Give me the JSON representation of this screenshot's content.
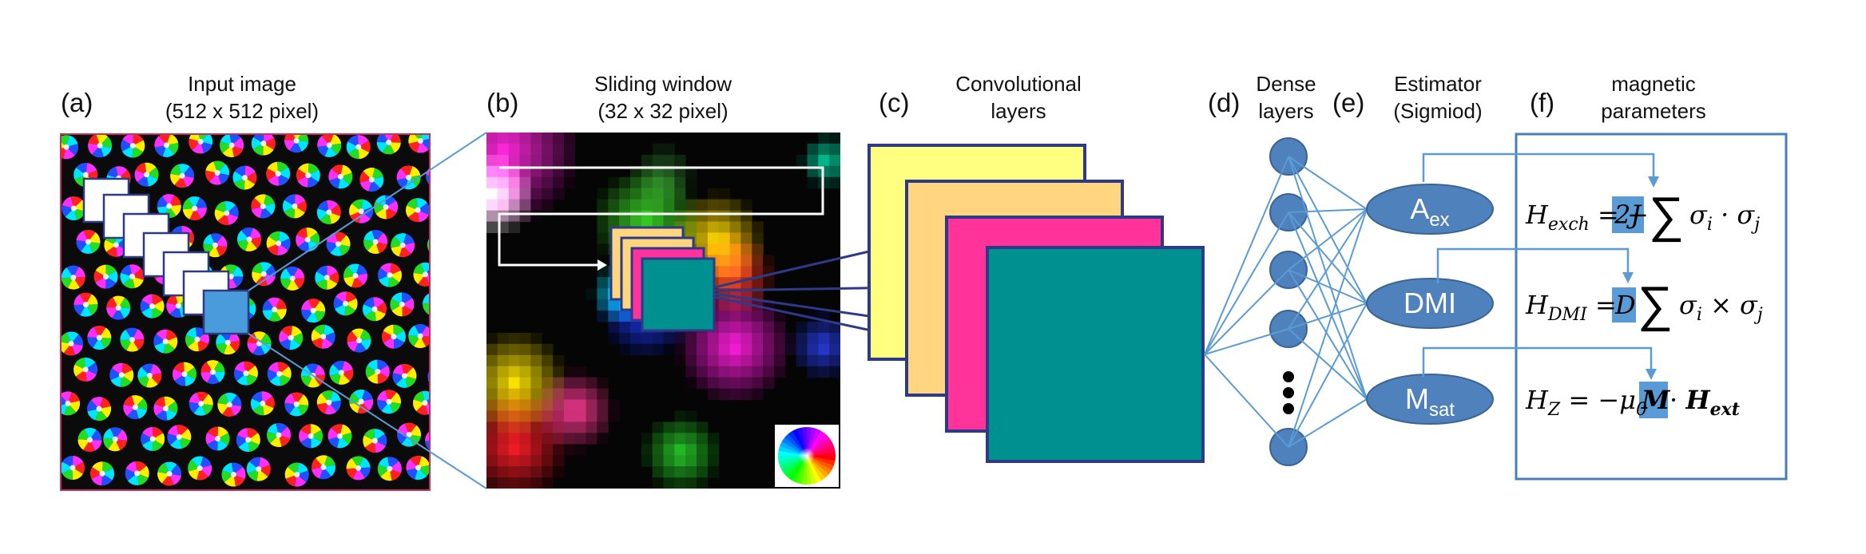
{
  "panels": {
    "a": {
      "letter": "(a)",
      "title_line1": "Input image",
      "title_line2": "(512 x 512 pixel)"
    },
    "b": {
      "letter": "(b)",
      "title_line1": "Sliding window",
      "title_line2": "(32 x 32 pixel)"
    },
    "c": {
      "letter": "(c)",
      "title_line1": "Convolutional",
      "title_line2": "layers"
    },
    "d": {
      "letter": "(d)",
      "title_line1": "Dense",
      "title_line2": "layers"
    },
    "e": {
      "letter": "(e)",
      "title_line1": "Estimator",
      "title_line2": "(Sigmiod)"
    },
    "f": {
      "letter": "(f)",
      "title_line1": "magnetic",
      "title_line2": "parameters"
    }
  },
  "estimators": [
    {
      "base": "A",
      "sub": "ex"
    },
    {
      "base": "DMI",
      "sub": ""
    },
    {
      "base": "M",
      "sub": "sat"
    }
  ],
  "equations": {
    "exch": {
      "lhs": "H",
      "lhs_sub": "exch",
      "eq": " = −",
      "param": "2J",
      "rest": "σ",
      "i": "i",
      "op": " · σ",
      "j": "j"
    },
    "dmi": {
      "lhs": "H",
      "lhs_sub": "DMI",
      "eq": " = ",
      "param": "D",
      "rest": "σ",
      "i": "i",
      "op": " × σ",
      "j": "j"
    },
    "z": {
      "lhs": "H",
      "lhs_sub": "Z",
      "eq": " = −μ",
      "mu_sub": "0",
      "param": "M",
      "op": " · ",
      "rest": "H",
      "rest_sub": "ext"
    }
  },
  "colors": {
    "blue_line": "#5b9bd5",
    "node_fill": "#4f81bd",
    "node_stroke": "#3a6592",
    "square_blue": "#4a9bdc",
    "conv_yellow": "#ffff80",
    "conv_orange": "#ffd580",
    "conv_pink": "#ff3399",
    "conv_teal": "#009090",
    "conv_border": "#2e3a87",
    "box_border": "#4a7fb5",
    "param_box": "#5b9bd5"
  },
  "dense_layer": {
    "visible_nodes": 5,
    "ellipsis": "⋮"
  }
}
